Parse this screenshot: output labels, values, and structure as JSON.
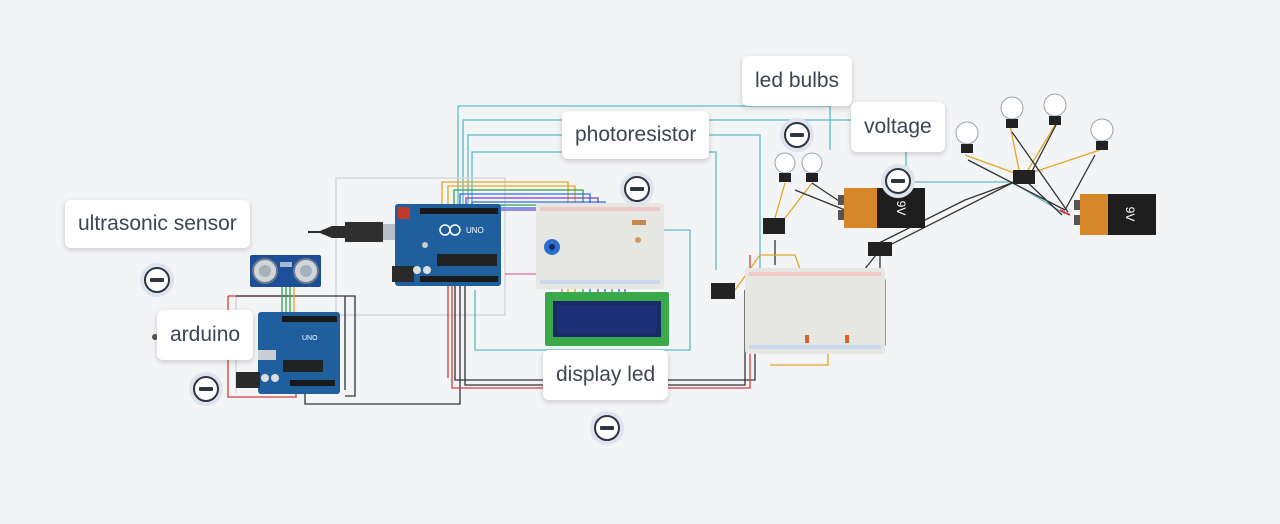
{
  "annotations": [
    {
      "id": "ultrasonic",
      "label": "ultrasonic sensor"
    },
    {
      "id": "arduino",
      "label": "arduino"
    },
    {
      "id": "photoresistor",
      "label": "photoresistor"
    },
    {
      "id": "display",
      "label": "display led"
    },
    {
      "id": "ledbulbs",
      "label": "led bulbs"
    },
    {
      "id": "voltage",
      "label": "voltage"
    }
  ],
  "components": {
    "battery_label": "9V",
    "arduino_label": "UNO"
  },
  "colors": {
    "background": "#f3f4f6",
    "arduino_board": "#1f5f9e",
    "breadboard": "#e6e6e2",
    "lcd_pcb": "#3aa94a",
    "lcd_screen": "#1a2a66",
    "battery_orange": "#d7862a",
    "battery_black": "#1e1e1e"
  }
}
